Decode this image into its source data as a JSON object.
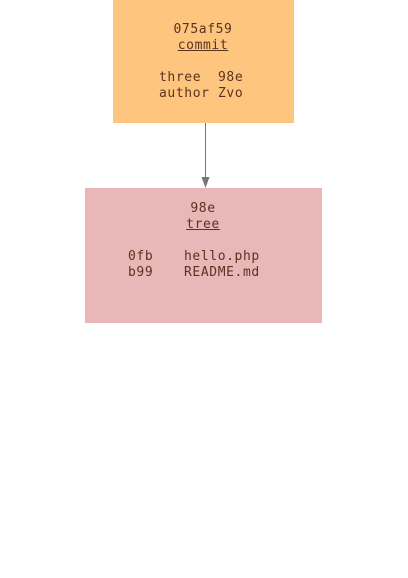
{
  "commit": {
    "hash": "075af59",
    "type": "commit",
    "tree_line": "three  98e",
    "author_line": "author Zvo"
  },
  "tree": {
    "hash": "98e",
    "type": "tree",
    "entries": [
      {
        "hash": "0fb",
        "name": "hello.php"
      },
      {
        "hash": "b99",
        "name": "README.md"
      }
    ]
  },
  "colors": {
    "commit_fill": "#fec57f",
    "tree_fill": "#e9b7b7",
    "text": "#5a3320",
    "edge": "#777777"
  }
}
